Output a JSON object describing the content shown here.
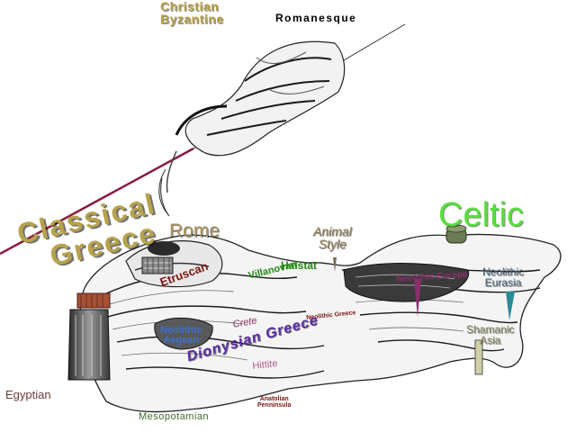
{
  "colors": {
    "timeline": "#8a1b3c",
    "gold": "#b8a24a",
    "celtic": "#55e03a",
    "rome_text": "#a8915c",
    "animal_style": "#8e7a55",
    "green": "#1f8a12",
    "purple": "#5a2ca8",
    "maroon": "#7a1410",
    "blue": "#3b6fd1",
    "slate": "#4f6b7f",
    "brown": "#6e3a3a",
    "olive": "#3b6b2a"
  },
  "labels": {
    "christian": "Christian",
    "byzantine": "Byzantine",
    "romanesque": "Romanesque",
    "classical": "Classical",
    "greece": "Greece",
    "rome": "Rome",
    "etruscan": "Etruscan",
    "villanovan": "Villanovan",
    "halstat": "Halstat",
    "animal": "Animal",
    "style": "Style",
    "celtic": "Celtic",
    "neolithic_europe": "Neolithic Europe",
    "neolithic_eurasia_line1": "Neolithic",
    "neolithic_eurasia_line2": "Eurasia",
    "neolithic_aegean_line1": "Neolithic",
    "neolithic_aegean_line2": "Aegean",
    "crete": "Crete",
    "neolithic_greece": "Neolithic Greece",
    "dionysian_greece": "Dionysian Greece",
    "hittite": "Hittite",
    "anatolian_line1": "Anatolian",
    "anatolian_line2": "Penninsula",
    "egyptian": "Egyptian",
    "mesopotamian": "Mesopotamian",
    "shamanic_line1": "Shamanic",
    "shamanic_line2": "Asia"
  }
}
